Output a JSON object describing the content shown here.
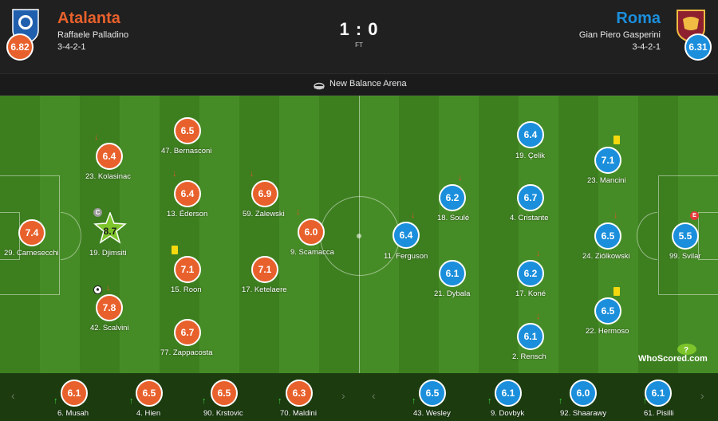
{
  "home": {
    "name": "Atalanta",
    "coach": "Raffaele Palladino",
    "formation": "3-4-2-1",
    "team_rating": "6.82",
    "color": "#e8612c"
  },
  "away": {
    "name": "Roma",
    "coach": "Gian Piero Gasperini",
    "formation": "3-4-2-1",
    "team_rating": "6.31",
    "color": "#1b8fdc"
  },
  "match": {
    "score": "1 : 0",
    "status": "FT",
    "venue": "New Balance Arena"
  },
  "home_players": [
    {
      "name": "29. Carnesecchi",
      "rating": "7.4"
    },
    {
      "name": "23. Kolasinac",
      "rating": "6.4"
    },
    {
      "name": "19. Djimsiti",
      "rating": "8.7"
    },
    {
      "name": "42. Scalvini",
      "rating": "7.8"
    },
    {
      "name": "47. Bernasconi",
      "rating": "6.5"
    },
    {
      "name": "13. Éderson",
      "rating": "6.4"
    },
    {
      "name": "15. Roon",
      "rating": "7.1"
    },
    {
      "name": "77. Zappacosta",
      "rating": "6.7"
    },
    {
      "name": "59. Zalewski",
      "rating": "6.9"
    },
    {
      "name": "17. Ketelaere",
      "rating": "7.1"
    },
    {
      "name": "9. Scamacca",
      "rating": "6.0"
    }
  ],
  "away_players": [
    {
      "name": "11. Ferguson",
      "rating": "6.4"
    },
    {
      "name": "18. Soulé",
      "rating": "6.2"
    },
    {
      "name": "21. Dybala",
      "rating": "6.1"
    },
    {
      "name": "19. Çelik",
      "rating": "6.4"
    },
    {
      "name": "4. Cristante",
      "rating": "6.7"
    },
    {
      "name": "17. Koné",
      "rating": "6.2"
    },
    {
      "name": "2. Rensch",
      "rating": "6.1"
    },
    {
      "name": "23. Mancini",
      "rating": "7.1"
    },
    {
      "name": "24. Ziólkowski",
      "rating": "6.5"
    },
    {
      "name": "22. Hermoso",
      "rating": "6.5"
    },
    {
      "name": "99. Svilar",
      "rating": "5.5"
    }
  ],
  "home_subs": [
    {
      "name": "6. Musah",
      "rating": "6.1"
    },
    {
      "name": "4. Hien",
      "rating": "6.5"
    },
    {
      "name": "90. Krstovic",
      "rating": "6.5"
    },
    {
      "name": "70. Maldini",
      "rating": "6.3"
    }
  ],
  "away_subs": [
    {
      "name": "43. Wesley",
      "rating": "6.5"
    },
    {
      "name": "9. Dovbyk",
      "rating": "6.1"
    },
    {
      "name": "92. Shaarawy",
      "rating": "6.0"
    },
    {
      "name": "61. Pisilli",
      "rating": "6.1"
    }
  ],
  "badges": {
    "captain": "C",
    "error": "E",
    "star_player": "star-icon"
  },
  "watermark": "WhoScored.com",
  "nav": {
    "prev": "‹",
    "next": "›"
  }
}
